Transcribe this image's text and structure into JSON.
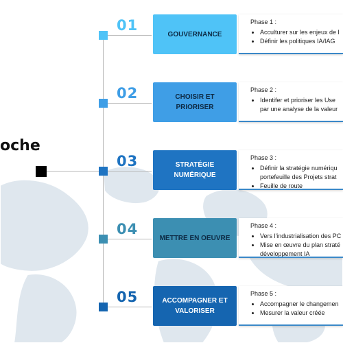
{
  "title": "oche",
  "colors": {
    "line": "#b8b8b8",
    "root_square": "#000000",
    "card_border": "#3a88c8",
    "map_fill": "#dfe7ee"
  },
  "phases": [
    {
      "number": "01",
      "label": "GOUVERNANCE",
      "box_color": "#4fc3f7",
      "text_color": "#0d2a44",
      "number_color": "#4fc3f7",
      "node_color": "#4fc3f7",
      "phase_label": "Phase 1 :",
      "bullets": [
        "Acculturer sur les enjeux de l",
        "Définir les politiques IA/IAG"
      ]
    },
    {
      "number": "02",
      "label": "CHOISIR ET PRIORISER",
      "box_color": "#3f9ee6",
      "text_color": "#0d2a44",
      "number_color": "#3f9ee6",
      "node_color": "#3f9ee6",
      "phase_label": "Phase 2 :",
      "bullets": [
        "Identifer et prioriser les Use"
      ],
      "continuation": "par une analyse de la valeur"
    },
    {
      "number": "03",
      "label": "STRATÉGIE NUMÉRIQUE",
      "box_color": "#1f74c2",
      "text_color": "#ffffff",
      "number_color": "#1f74c2",
      "node_color": "#1f74c2",
      "phase_label": "Phase 3 :",
      "bullets": [
        "Définir la stratégie numériqu",
        "Feuille de route"
      ],
      "bullet1_cont": "portefeuille des Projets strat"
    },
    {
      "number": "04",
      "label": "METTRE EN OEUVRE",
      "box_color": "#3c8fb2",
      "text_color": "#0d2a44",
      "number_color": "#3c8fb2",
      "node_color": "#3c8fb2",
      "phase_label": "Phase 4 :",
      "bullets": [
        "Vers l'industrialisation des PC",
        "Mise en œuvre du plan straté"
      ],
      "bullet2_cont": "développement IA"
    },
    {
      "number": "05",
      "label": "ACCOMPAGNER ET VALORISER",
      "box_color": "#1565b0",
      "text_color": "#ffffff",
      "number_color": "#1565b0",
      "node_color": "#1565b0",
      "phase_label": "Phase 5 :",
      "bullets": [
        "Accompagner le changemen",
        "Mesurer la valeur créée"
      ]
    }
  ]
}
